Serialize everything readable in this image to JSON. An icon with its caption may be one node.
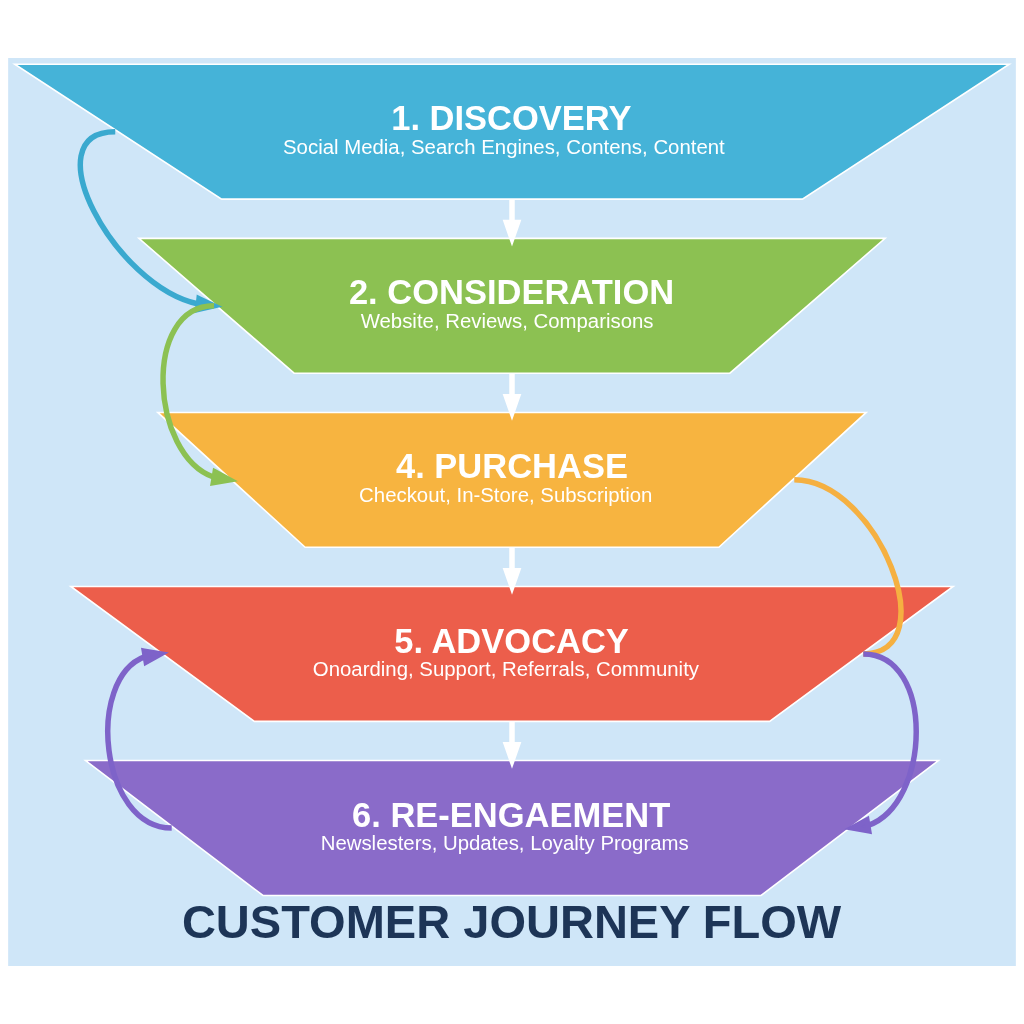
{
  "diagram": {
    "title": "CUSTOMER JOURNEY FLOW",
    "nodes": [
      {
        "text": [
          "1. DISCOVERY",
          "Social Media, Search Engines, Contens, Content"
        ]
      },
      {
        "text": [
          "2. CONSIDERATION",
          "Website, Reviews, Comparisons"
        ]
      },
      {
        "text": [
          "4. PURCHASE",
          "Checkout, In-Store, Subscription"
        ]
      },
      {
        "text": [
          "5. ADVOCACY",
          "Onoarding, Support, Referrals, Community"
        ]
      },
      {
        "text": [
          "6. RE-ENGAEMENT",
          "Newslesters, Updates, Loyalty Programs"
        ]
      }
    ],
    "edges": [
      {
        "from": 0,
        "to": 1,
        "arrow": "to",
        "color": "#ffffff"
      },
      {
        "from": 1,
        "to": 2,
        "arrow": "to",
        "color": "#ffffff"
      },
      {
        "from": 2,
        "to": 3,
        "arrow": "to",
        "color": "#ffffff"
      },
      {
        "from": 3,
        "to": 4,
        "arrow": "to",
        "color": "#ffffff"
      },
      {
        "from": 0,
        "to": 1,
        "arrow": "to",
        "color": "#3aa9cf"
      },
      {
        "from": 1,
        "to": 2,
        "arrow": "to",
        "color": "#8cc152"
      },
      {
        "from": 2,
        "to": 3,
        "arrow": "none",
        "color": "#f5b041"
      },
      {
        "from": 4,
        "to": 3,
        "arrow": "to",
        "color": "#7e63c9"
      },
      {
        "from": 3,
        "to": 4,
        "arrow": "to",
        "color": "#7e63c9"
      }
    ]
  }
}
